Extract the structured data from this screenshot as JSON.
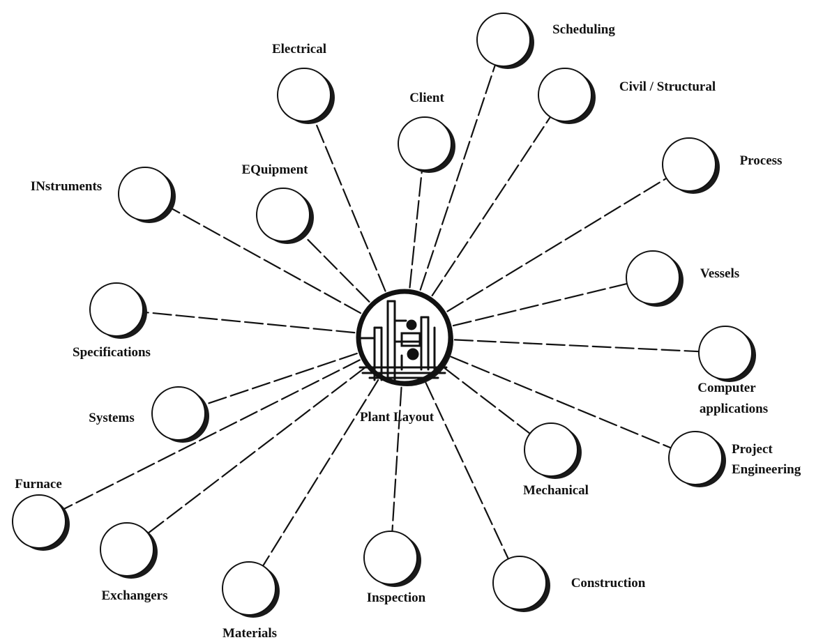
{
  "center": {
    "label": "Plant Layout"
  },
  "nodes": [
    {
      "id": "scheduling",
      "label": "Scheduling"
    },
    {
      "id": "electrical",
      "label": "Electrical"
    },
    {
      "id": "civil-structural",
      "label": "Civil / Structural"
    },
    {
      "id": "client",
      "label": "Client"
    },
    {
      "id": "process",
      "label": "Process"
    },
    {
      "id": "instruments",
      "label": "INstruments"
    },
    {
      "id": "equipment",
      "label": "EQuipment"
    },
    {
      "id": "vessels",
      "label": "Vessels"
    },
    {
      "id": "specifications",
      "label": "Specifications"
    },
    {
      "id": "computer-applications",
      "label": "Computer",
      "label2": "applications"
    },
    {
      "id": "systems",
      "label": "Systems"
    },
    {
      "id": "project-engineering",
      "label": "Project",
      "label2": "Engineering"
    },
    {
      "id": "mechanical",
      "label": "Mechanical"
    },
    {
      "id": "furnace",
      "label": "Furnace"
    },
    {
      "id": "exchangers",
      "label": "Exchangers"
    },
    {
      "id": "inspection",
      "label": "Inspection"
    },
    {
      "id": "construction",
      "label": "Construction"
    },
    {
      "id": "materials",
      "label": "Materials"
    }
  ],
  "colors": {
    "ink": "#111111",
    "shadow": "#1a1a1a",
    "background": "#ffffff"
  }
}
